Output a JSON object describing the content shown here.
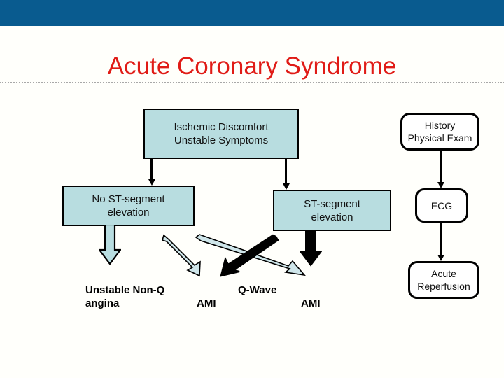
{
  "slide": {
    "title": "Acute Coronary Syndrome",
    "title_color": "#e01b16",
    "band_color": "#095b8f",
    "box_fill": "#b8dde0",
    "background": "#fffffb"
  },
  "diagram": {
    "boxes": [
      {
        "id": "ischemic",
        "text": "Ischemic Discomfort\nUnstable Symptoms",
        "style": "rect-cyan"
      },
      {
        "id": "history",
        "text": "History\nPhysical Exam",
        "style": "rounded-white"
      },
      {
        "id": "nost",
        "text": "No ST-segment\nelevation",
        "style": "rect-cyan"
      },
      {
        "id": "st",
        "text": "ST-segment\nelevation",
        "style": "rect-cyan"
      },
      {
        "id": "ecg",
        "text": "ECG",
        "style": "rounded-white"
      },
      {
        "id": "reperf",
        "text": "Acute\nReperfusion",
        "style": "rounded-white"
      }
    ],
    "labels": [
      {
        "id": "unstable",
        "text": "Unstable Non-Q\nangina"
      },
      {
        "id": "nonq_ami",
        "text": "AMI"
      },
      {
        "id": "qwave",
        "text": "Q-Wave"
      },
      {
        "id": "qwave_ami",
        "text": "AMI"
      }
    ],
    "connectors": [
      {
        "id": "ischemic-to-nost",
        "kind": "thin-black-down"
      },
      {
        "id": "ischemic-to-st",
        "kind": "thin-black-down"
      },
      {
        "id": "history-to-ecg",
        "kind": "thin-black-down"
      },
      {
        "id": "ecg-to-reperfusion",
        "kind": "thin-black-down"
      },
      {
        "id": "nost-to-unstable",
        "kind": "block-cyan-down"
      },
      {
        "id": "st-to-qwave-ami",
        "kind": "block-black-down"
      },
      {
        "id": "nost-to-nonq-ami",
        "kind": "diagonal-cyan-down-right"
      },
      {
        "id": "st-to-nonq-ami",
        "kind": "diagonal-black-down-left"
      },
      {
        "id": "nost-to-qwave-ami",
        "kind": "diagonal-cyan-down-right-long"
      }
    ]
  }
}
